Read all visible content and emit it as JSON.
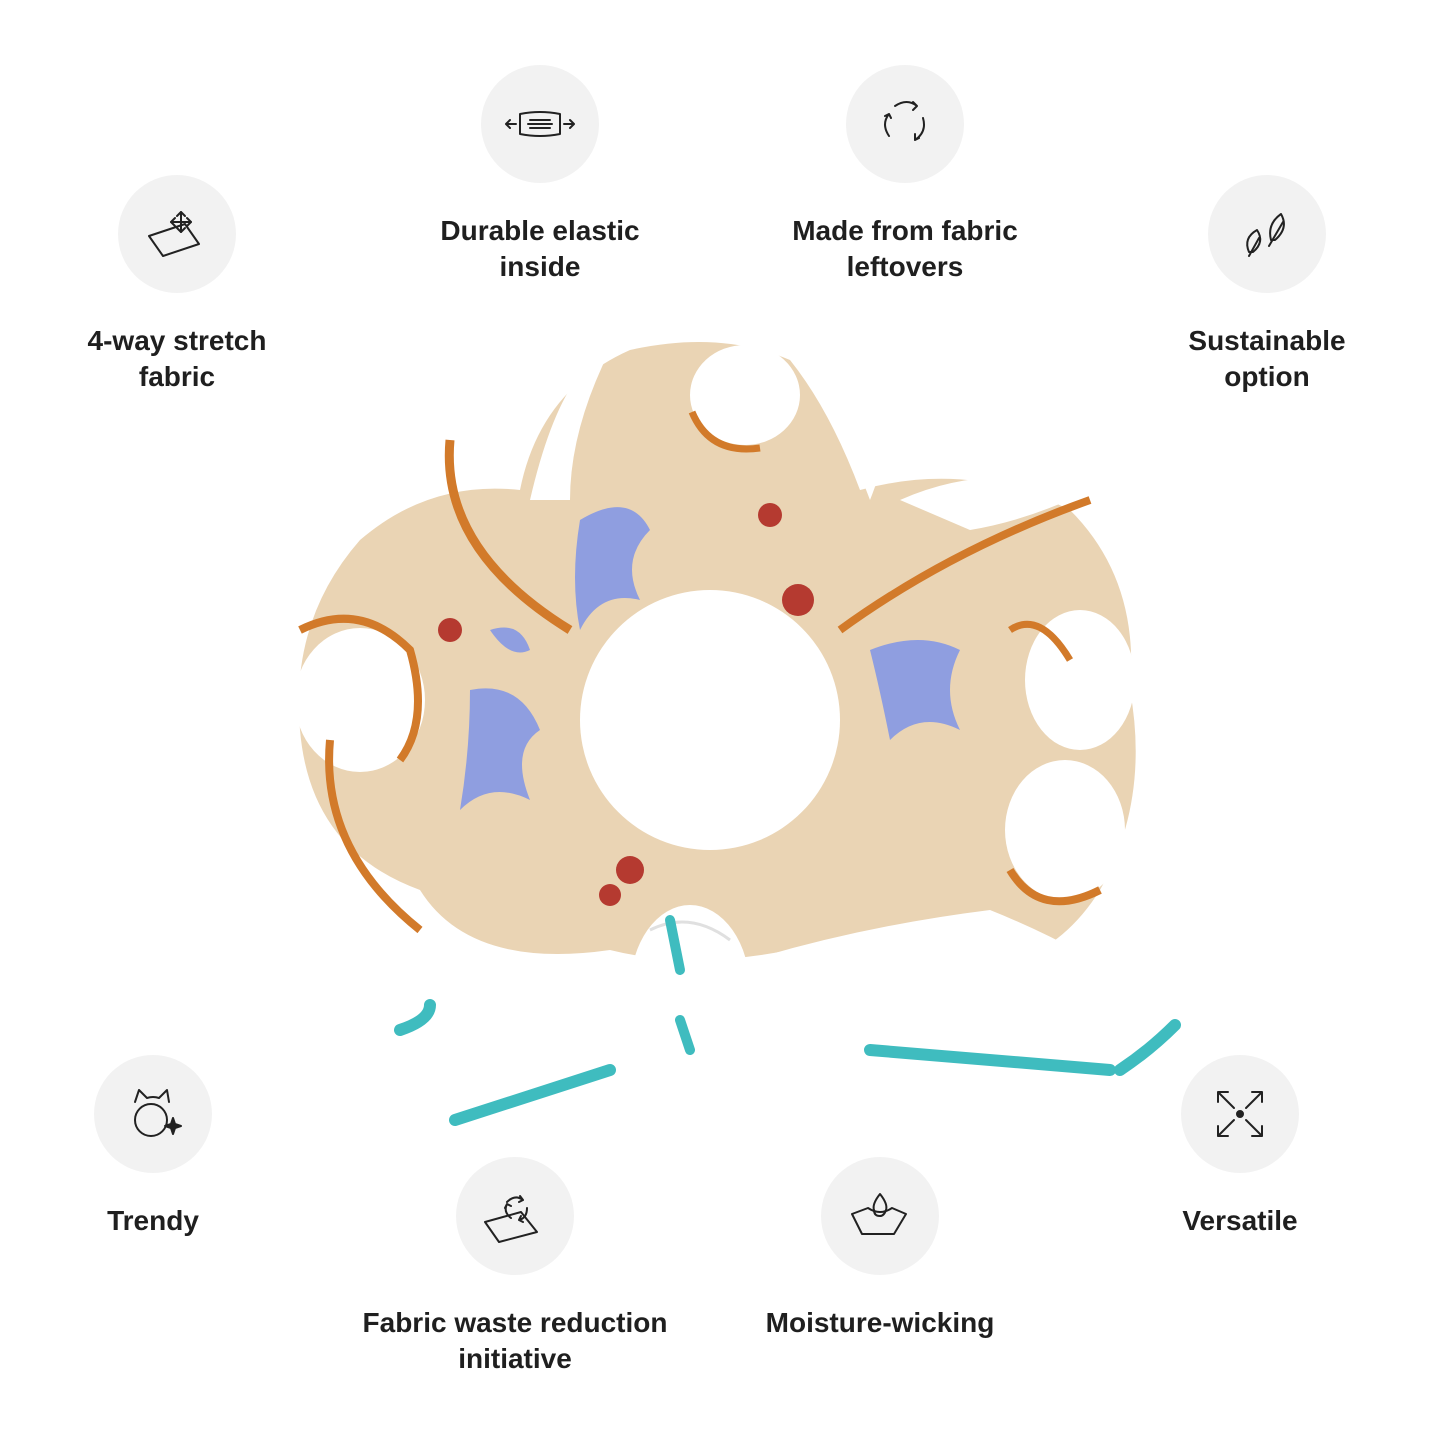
{
  "features": {
    "stretch": {
      "line1": "4-way stretch",
      "line2": "fabric",
      "icon": "stretch-fabric-icon"
    },
    "elastic": {
      "line1": "Durable elastic",
      "line2": "inside",
      "icon": "elastic-band-icon"
    },
    "leftovers": {
      "line1": "Made from fabric",
      "line2": "leftovers",
      "icon": "recycle-arrows-icon"
    },
    "sustainable": {
      "line1": "Sustainable",
      "line2": "option",
      "icon": "leaves-icon"
    },
    "trendy": {
      "line1": "Trendy",
      "line2": "",
      "icon": "cat-sparkle-icon"
    },
    "waste": {
      "line1": "Fabric waste reduction",
      "line2": "initiative",
      "icon": "fabric-recycle-icon"
    },
    "moisture": {
      "line1": "Moisture-wicking",
      "line2": "",
      "icon": "water-drop-fabric-icon"
    },
    "versatile": {
      "line1": "Versatile",
      "line2": "",
      "icon": "expand-arrows-icon"
    }
  },
  "colors": {
    "icon_bg": "#f2f2f2",
    "text": "#1f1f1f",
    "fabric_base": "#ead4b4",
    "fabric_orange": "#d27a2a",
    "fabric_blue": "#8f9ee0",
    "fabric_red": "#b53a30",
    "fabric_teal": "#3fbcbf"
  }
}
